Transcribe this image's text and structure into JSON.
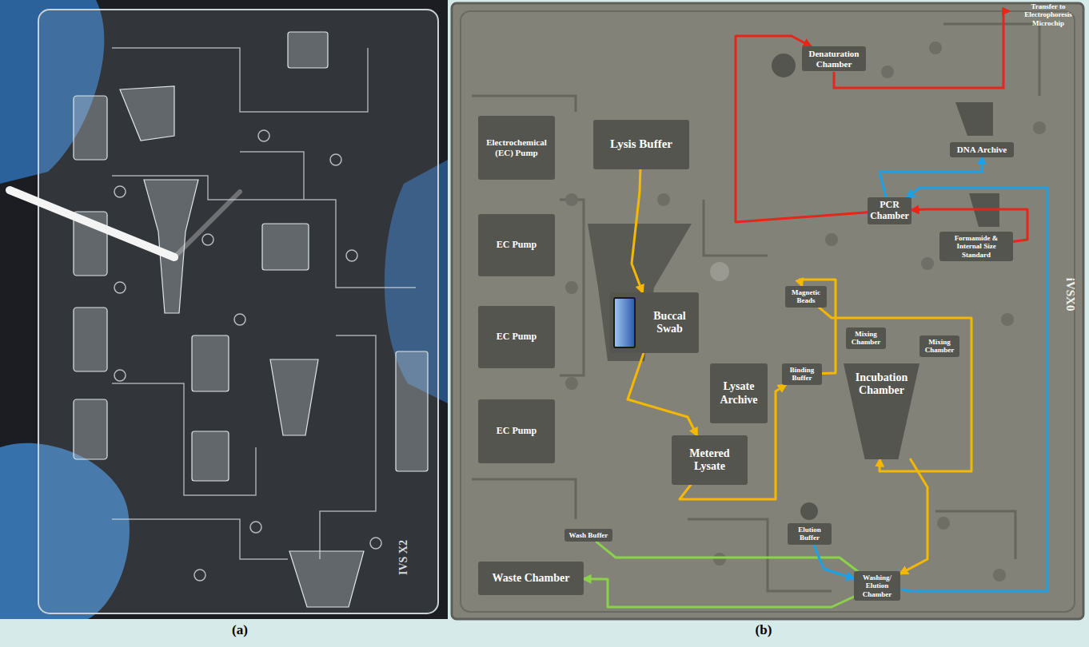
{
  "diagram": {
    "nodes": [
      {
        "text": [
          "Denaturation Chamber"
        ]
      },
      {
        "text": [
          "DNA Archive"
        ]
      },
      {
        "text": [
          "Electrochemical (EC) Pump"
        ]
      },
      {
        "text": [
          "Lysis Buffer"
        ]
      },
      {
        "text": [
          "PCR Chamber"
        ]
      },
      {
        "text": [
          "Formamide & Internal Size Standard"
        ]
      },
      {
        "text": [
          "EC Pump"
        ]
      },
      {
        "text": [
          "Buccal Swab"
        ]
      },
      {
        "text": [
          "Magnetic Beads"
        ]
      },
      {
        "text": [
          "Mixing Chamber"
        ]
      },
      {
        "text": [
          "Mixing Chamber"
        ]
      },
      {
        "text": [
          "EC Pump"
        ]
      },
      {
        "text": [
          "Lysate Archive"
        ]
      },
      {
        "text": [
          "Binding Buffer"
        ]
      },
      {
        "text": [
          "Incubation Chamber"
        ]
      },
      {
        "text": [
          "EC Pump"
        ]
      },
      {
        "text": [
          "Metered Lysate"
        ]
      },
      {
        "text": [
          "Wash Buffer"
        ]
      },
      {
        "text": [
          "Elution Buffer"
        ]
      },
      {
        "text": [
          "Waste Chamber"
        ]
      },
      {
        "text": [
          "Washing/ Elution Chamber"
        ]
      }
    ],
    "edges": [
      {
        "from": 3,
        "to": 7,
        "arrow": "to"
      },
      {
        "from": 7,
        "to": 16,
        "arrow": "to"
      },
      {
        "from": 16,
        "to": 13,
        "arrow": "to"
      },
      {
        "from": 13,
        "to": 8,
        "arrow": "to"
      },
      {
        "from": 8,
        "to": 14,
        "arrow": "to"
      },
      {
        "from": 14,
        "to": 20,
        "arrow": "to"
      },
      {
        "from": 17,
        "to": 20,
        "arrow": "none"
      },
      {
        "from": 20,
        "to": 19,
        "arrow": "to"
      },
      {
        "from": 18,
        "to": 20,
        "arrow": "to"
      },
      {
        "from": 20,
        "to": 4,
        "arrow": "to"
      },
      {
        "from": 4,
        "to": 1,
        "arrow": "to"
      },
      {
        "from": 5,
        "to": 4,
        "arrow": "to"
      },
      {
        "from": 4,
        "to": 0,
        "arrow": "to"
      }
    ],
    "labels": [
      "Transfer to Electrophoresis Microchip",
      "IVS X2",
      "iVSX0",
      "(a)",
      "(b)"
    ]
  }
}
